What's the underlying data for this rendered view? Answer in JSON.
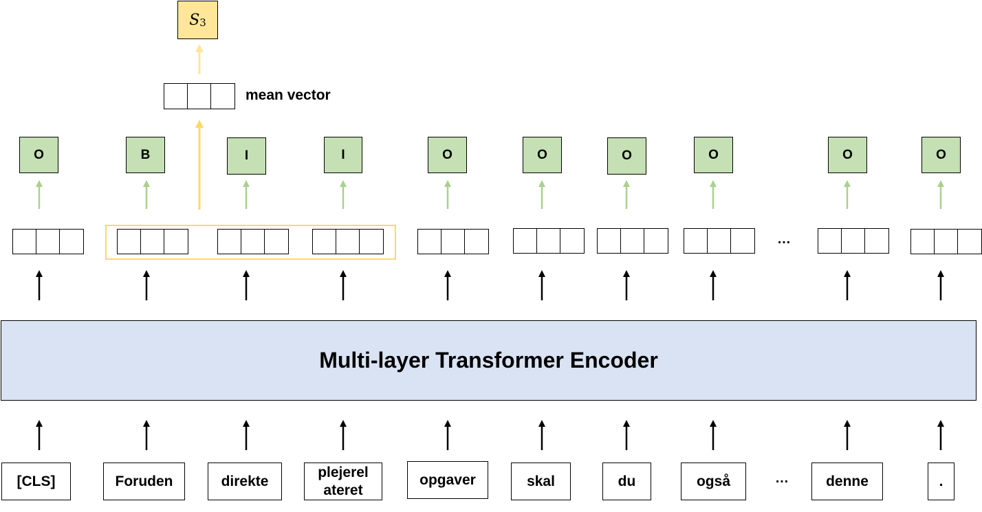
{
  "encoder": {
    "label": "Multi-layer Transformer Encoder"
  },
  "output": {
    "symbol": "S",
    "subscript": "3"
  },
  "mean_vector": {
    "label": "mean vector"
  },
  "ellipsis": "…",
  "tokens": [
    "[CLS]",
    "Foruden",
    "direkte",
    "plejerel ateret",
    "opgaver",
    "skal",
    "du",
    "også",
    "denne",
    "."
  ],
  "tags": [
    "O",
    "B",
    "I",
    "I",
    "O",
    "O",
    "O",
    "O",
    "O",
    "O"
  ],
  "colors": {
    "tag_fill": "#c5e0b4",
    "encoder_fill": "#dae3f3",
    "span_highlight": "#ffd966",
    "output_fill": "#ffe699",
    "green_arrow": "#a9d18e",
    "yellow_arrow": "#ffd966",
    "light_yellow_arrow": "#ffe699"
  }
}
